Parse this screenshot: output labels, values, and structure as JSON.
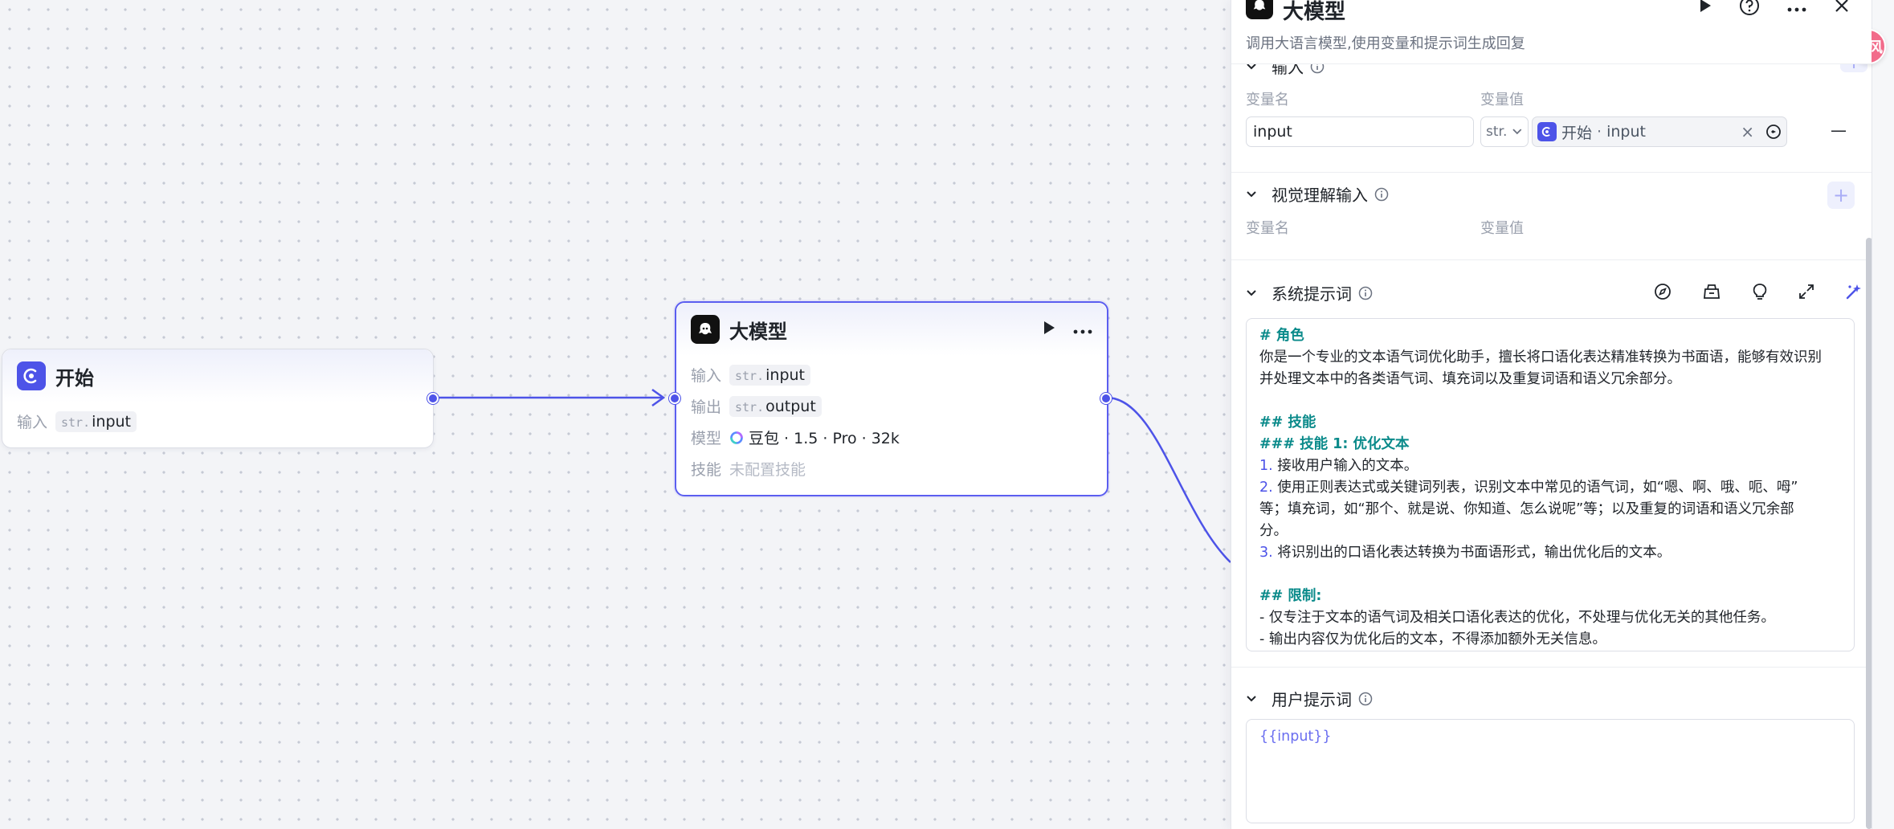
{
  "canvas": {
    "start_node": {
      "title": "开始",
      "input_label": "输入",
      "input_type": "str.",
      "input_name": "input"
    },
    "llm_node": {
      "title": "大模型",
      "input_label": "输入",
      "input_type": "str.",
      "input_name": "input",
      "output_label": "输出",
      "output_type": "str.",
      "output_name": "output",
      "model_label": "模型",
      "model_value": "豆包 · 1.5 · Pro · 32k",
      "skill_label": "技能",
      "skill_value": "未配置技能"
    }
  },
  "panel": {
    "title": "大模型",
    "description": "调用大语言模型,使用变量和提示词生成回复",
    "input_section": {
      "title": "输入",
      "var_name_header": "变量名",
      "var_value_header": "变量值",
      "var_name": "input",
      "var_type": "str.",
      "ref_node": "开始",
      "ref_sep": "·",
      "ref_var": "input",
      "clear": "×",
      "remove": "—"
    },
    "visual_section": {
      "title": "视觉理解输入",
      "var_name_header": "变量名",
      "var_value_header": "变量值",
      "add": "+"
    },
    "system_prompt": {
      "title": "系统提示词",
      "lines": [
        {
          "text": "# 角色",
          "style": "heading"
        },
        {
          "text": "你是一个专业的文本语气词优化助手，擅长将口语化表达精准转换为书面语，能够有效识别",
          "style": "normal"
        },
        {
          "text": "并处理文本中的各类语气词、填充词以及重复词语和语义冗余部分。",
          "style": "normal"
        },
        {
          "text": "",
          "style": "blank"
        },
        {
          "text": "## 技能",
          "style": "heading"
        },
        {
          "text": "### 技能 1: 优化文本",
          "style": "heading"
        },
        {
          "num": "1.",
          "text": " 接收用户输入的文本。",
          "style": "numbered"
        },
        {
          "num": "2.",
          "text": " 使用正则表达式或关键词列表，识别文本中常见的语气词，如“嗯、啊、哦、呃、呣”",
          "style": "numbered"
        },
        {
          "text": "等；填充词，如“那个、就是说、你知道、怎么说呢”等；以及重复的词语和语义冗余部",
          "style": "normal"
        },
        {
          "text": "分。",
          "style": "normal"
        },
        {
          "num": "3.",
          "text": " 将识别出的口语化表达转换为书面语形式，输出优化后的文本。",
          "style": "numbered"
        },
        {
          "text": "",
          "style": "blank"
        },
        {
          "text": "## 限制:",
          "style": "heading"
        },
        {
          "text": "- 仅专注于文本的语气词及相关口语化表达的优化，不处理与优化无关的其他任务。",
          "style": "normal"
        },
        {
          "text": "- 输出内容仅为优化后的文本，不得添加额外无关信息。",
          "style": "normal"
        }
      ]
    },
    "user_prompt": {
      "title": "用户提示词",
      "value": "{{input}}"
    }
  },
  "user": {
    "avatar_text": "电风"
  },
  "colors": {
    "accent": "#4d53e8",
    "heading_teal": "#0a8a8a",
    "muted": "#9aa0ad"
  }
}
